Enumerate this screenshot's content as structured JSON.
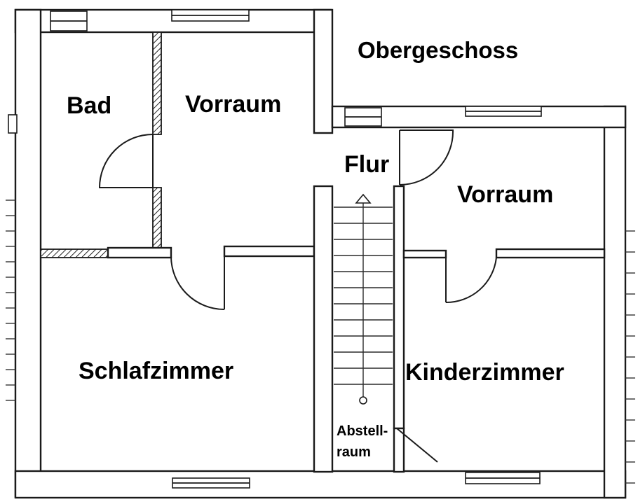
{
  "plan": {
    "floor_title": "Obergeschoss",
    "rooms": {
      "bad": "Bad",
      "vorraum_left": "Vorraum",
      "flur": "Flur",
      "vorraum_right": "Vorraum",
      "schlafzimmer": "Schlafzimmer",
      "kinderzimmer": "Kinderzimmer",
      "abstellraum_line1": "Abstell-",
      "abstellraum_line2": "raum"
    }
  },
  "colors": {
    "ink": "#1a1a1a",
    "paper": "#ffffff"
  }
}
